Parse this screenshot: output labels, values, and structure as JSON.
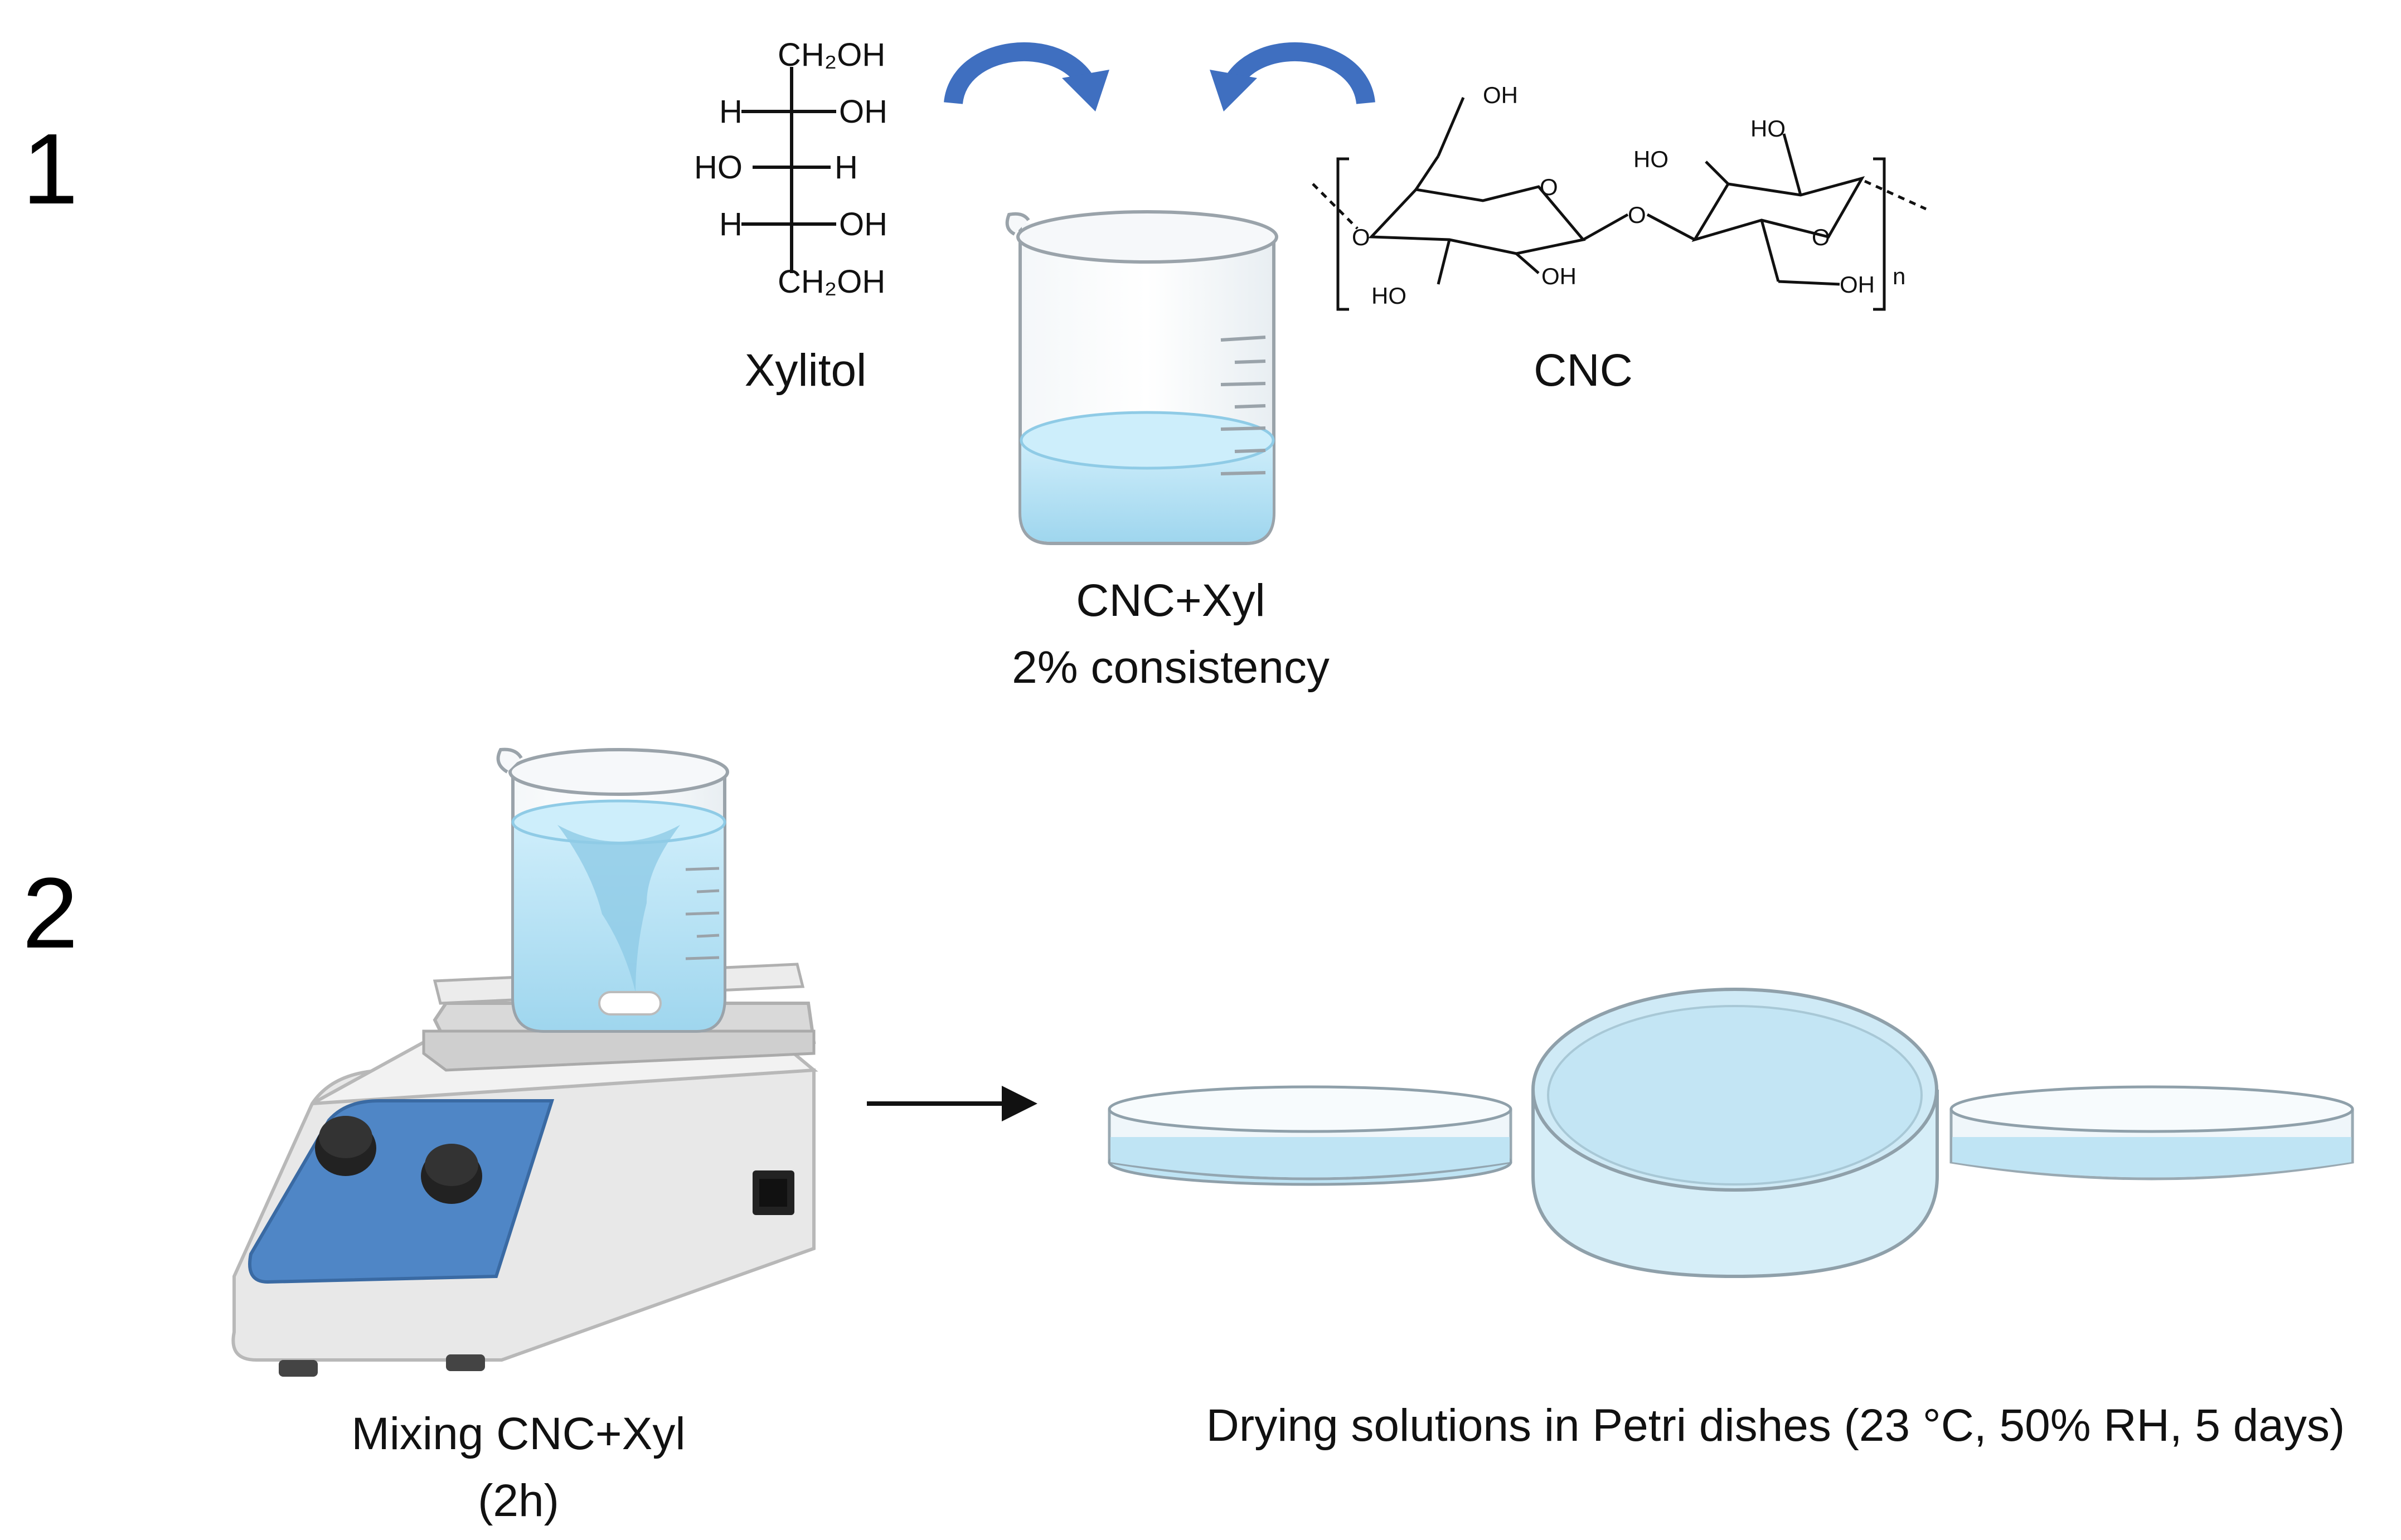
{
  "steps": [
    {
      "number": "1"
    },
    {
      "number": "2"
    }
  ],
  "xylitol": {
    "name": "Xylitol",
    "top_group": "CH₂OH",
    "row1_left": "H",
    "row1_right": "OH",
    "row2_left": "HO",
    "row2_right": "H",
    "row3_left": "H",
    "row3_right": "OH",
    "bottom_group": "CH₂OH"
  },
  "cnc": {
    "name": "CNC",
    "oh_top": "OH",
    "ho_left_ring2": "HO",
    "ho_top_ring2": "HO",
    "ho_bottom_ring1": "HO",
    "oh_bottom_ring1": "OH",
    "oh_bottom_ring2": "OH",
    "ring_o1": "O",
    "ring_o2": "O",
    "ring_o3": "O",
    "ring_o4": "O",
    "repeat_n": "n"
  },
  "beaker_mix": {
    "line1": "CNC+Xyl",
    "line2": "2% consistency"
  },
  "stirrer": {
    "line1": "Mixing CNC+Xyl",
    "line2": "(2h)"
  },
  "petri": {
    "caption": "Drying solutions in Petri dishes (23 °C, 50% RH, 5 days)"
  },
  "colors": {
    "arrow_blue": "#3f6fc0",
    "liquid": "#bfe4f4",
    "liquid_dark": "#8fcbe6",
    "panel_blue": "#4f86c6",
    "device_gray": "#e8e8e8"
  }
}
